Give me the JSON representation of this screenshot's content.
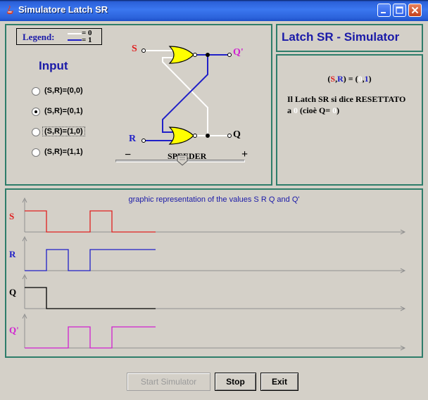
{
  "window": {
    "title": "Simulatore Latch SR"
  },
  "legend": {
    "title": "Legend:",
    "white_label": "= 0",
    "blue_label": "= 1"
  },
  "input": {
    "title": "Input",
    "options": [
      {
        "label": "(S,R)=(0,0)",
        "checked": false
      },
      {
        "label": "(S,R)=(0,1)",
        "checked": true
      },
      {
        "label": "(S,R)=(1,0)",
        "checked": false
      },
      {
        "label": "(S,R)=(1,1)",
        "checked": false
      }
    ]
  },
  "circuit": {
    "s_label": "S",
    "r_label": "R",
    "q_label": "Q",
    "qbar_label": "Q'",
    "speeder_label": "SPEEDER",
    "minus": "−",
    "plus": "+",
    "speed_level": 0.52
  },
  "simulator": {
    "title": "Latch SR - Simulator",
    "state_prefix": "(",
    "state_s": "S",
    "state_comma": ",",
    "state_r": "R",
    "state_mid": ") = (",
    "state_s_val": "0",
    "state_comma2": ",",
    "state_r_val": "1",
    "state_suffix": ")",
    "msg_line1": "Il Latch SR si dice RESETTATO",
    "msg_line2_pre": "a ",
    "msg_val": "0",
    "msg_line2_mid": " (cioè Q= ",
    "msg_val2": "0",
    "msg_line2_end": ")"
  },
  "waveforms": {
    "caption": "graphic representation of the values S R Q and Q'",
    "signals": [
      {
        "name": "S",
        "color": "#e02020",
        "levels": [
          1,
          0,
          0,
          1,
          0,
          0
        ]
      },
      {
        "name": "R",
        "color": "#2020c8",
        "levels": [
          0,
          1,
          0,
          1,
          1,
          1
        ]
      },
      {
        "name": "Q",
        "color": "#000000",
        "levels": [
          1,
          0,
          0,
          0,
          0,
          0
        ]
      },
      {
        "name": "Q'",
        "color": "#d020d0",
        "levels": [
          0,
          0,
          1,
          0,
          1,
          1
        ]
      }
    ]
  },
  "buttons": {
    "start": "Start Simulator",
    "stop": "Stop",
    "exit": "Exit"
  },
  "colors": {
    "panel_border": "#2e7d6a",
    "accent_text": "#1a1aa8",
    "gate_fill": "#ffff00",
    "wire_blue": "#2020c8",
    "wire_white": "#ffffff"
  }
}
